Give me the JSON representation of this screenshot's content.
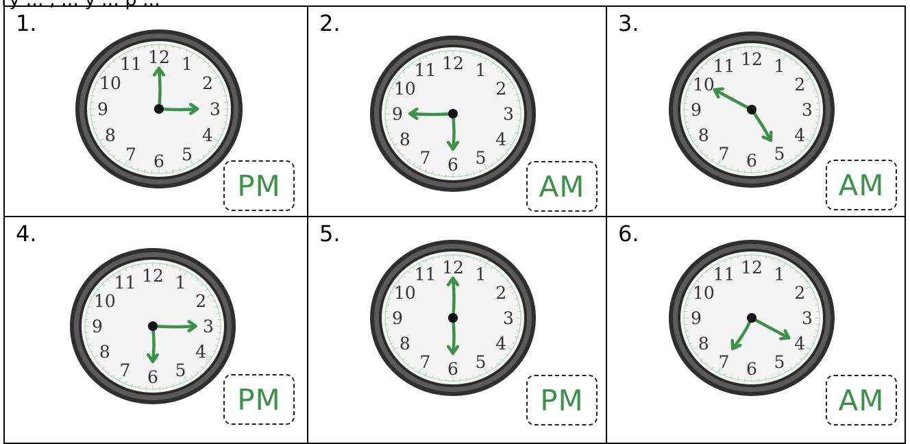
{
  "header_partial": "ry ... , ... y ... p ... ",
  "cells": [
    {
      "label": "1.",
      "hour_target": 12,
      "minute_target": 3,
      "ampm": "PM"
    },
    {
      "label": "2.",
      "hour_target": 9,
      "minute_target": 6,
      "ampm": "AM"
    },
    {
      "label": "3.",
      "hour_target": 10,
      "minute_target": 5,
      "ampm": "AM"
    },
    {
      "label": "4.",
      "hour_target": 3,
      "minute_target": 6,
      "ampm": "PM"
    },
    {
      "label": "5.",
      "hour_target": 12,
      "minute_target": 6,
      "ampm": "PM"
    },
    {
      "label": "6.",
      "hour_target": 4,
      "minute_target": 7,
      "ampm": "AM"
    }
  ],
  "clock_numerals": [
    "12",
    "1",
    "2",
    "3",
    "4",
    "5",
    "6",
    "7",
    "8",
    "9",
    "10",
    "11"
  ],
  "colors": {
    "ink": "#3a9147",
    "rim": "#3a3a3a",
    "face": "#f4f4f4",
    "numeral": "#333333"
  }
}
